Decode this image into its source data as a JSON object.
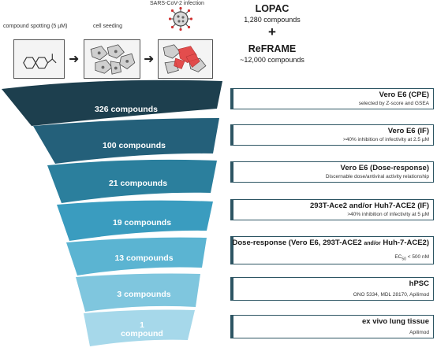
{
  "workflow": {
    "steps": [
      {
        "label": "compound spotting (5 µM)"
      },
      {
        "label": "cell seeding"
      },
      {
        "label": "SARS-CoV-2 infection"
      }
    ],
    "libraries": {
      "lopac_title": "LOPAC",
      "lopac_count": "1,280 compounds",
      "plus": "+",
      "reframe_title": "ReFRAME",
      "reframe_count": "~12,000 compounds"
    }
  },
  "funnel": {
    "stages": [
      {
        "count": "326 compounds",
        "title": "Vero E6 (CPE)",
        "desc": "selected by Z-score and GSEA",
        "color": "#1d3f4e"
      },
      {
        "count": "100 compounds",
        "title": "Vero E6 (IF)",
        "desc": ">40% inhibition of infectivity at 2.5 µM",
        "color": "#24607a"
      },
      {
        "count": "21 compounds",
        "title": "Vero E6 (Dose-response)",
        "desc": "Discernable dose/antiviral activity relationship",
        "color": "#2b7f9d"
      },
      {
        "count": "19 compounds",
        "title": "293T-Ace2 and/or Huh7-ACE2 (IF)",
        "desc": ">40% inhibition of infectivity at 5 µM",
        "color": "#3a9cbf"
      },
      {
        "count": "13 compounds",
        "title_main": "Dose-response (Vero E6, 293T-ACE2",
        "title_small": "and/or",
        "title_end": "Huh-7-ACE2)",
        "desc_main": "EC",
        "desc_sub": "50",
        "desc_end": " < 500 nM",
        "color": "#5bb4d2"
      },
      {
        "count": "3 compounds",
        "title": "hPSC",
        "desc": "ONO 5334, MDL 28170, Apilimod",
        "color": "#7fc6de"
      },
      {
        "count_line1": "1",
        "count_line2": "compound",
        "title": "ex vivo lung tissue",
        "desc": "Apilimod",
        "color": "#a6d8ea"
      }
    ]
  }
}
